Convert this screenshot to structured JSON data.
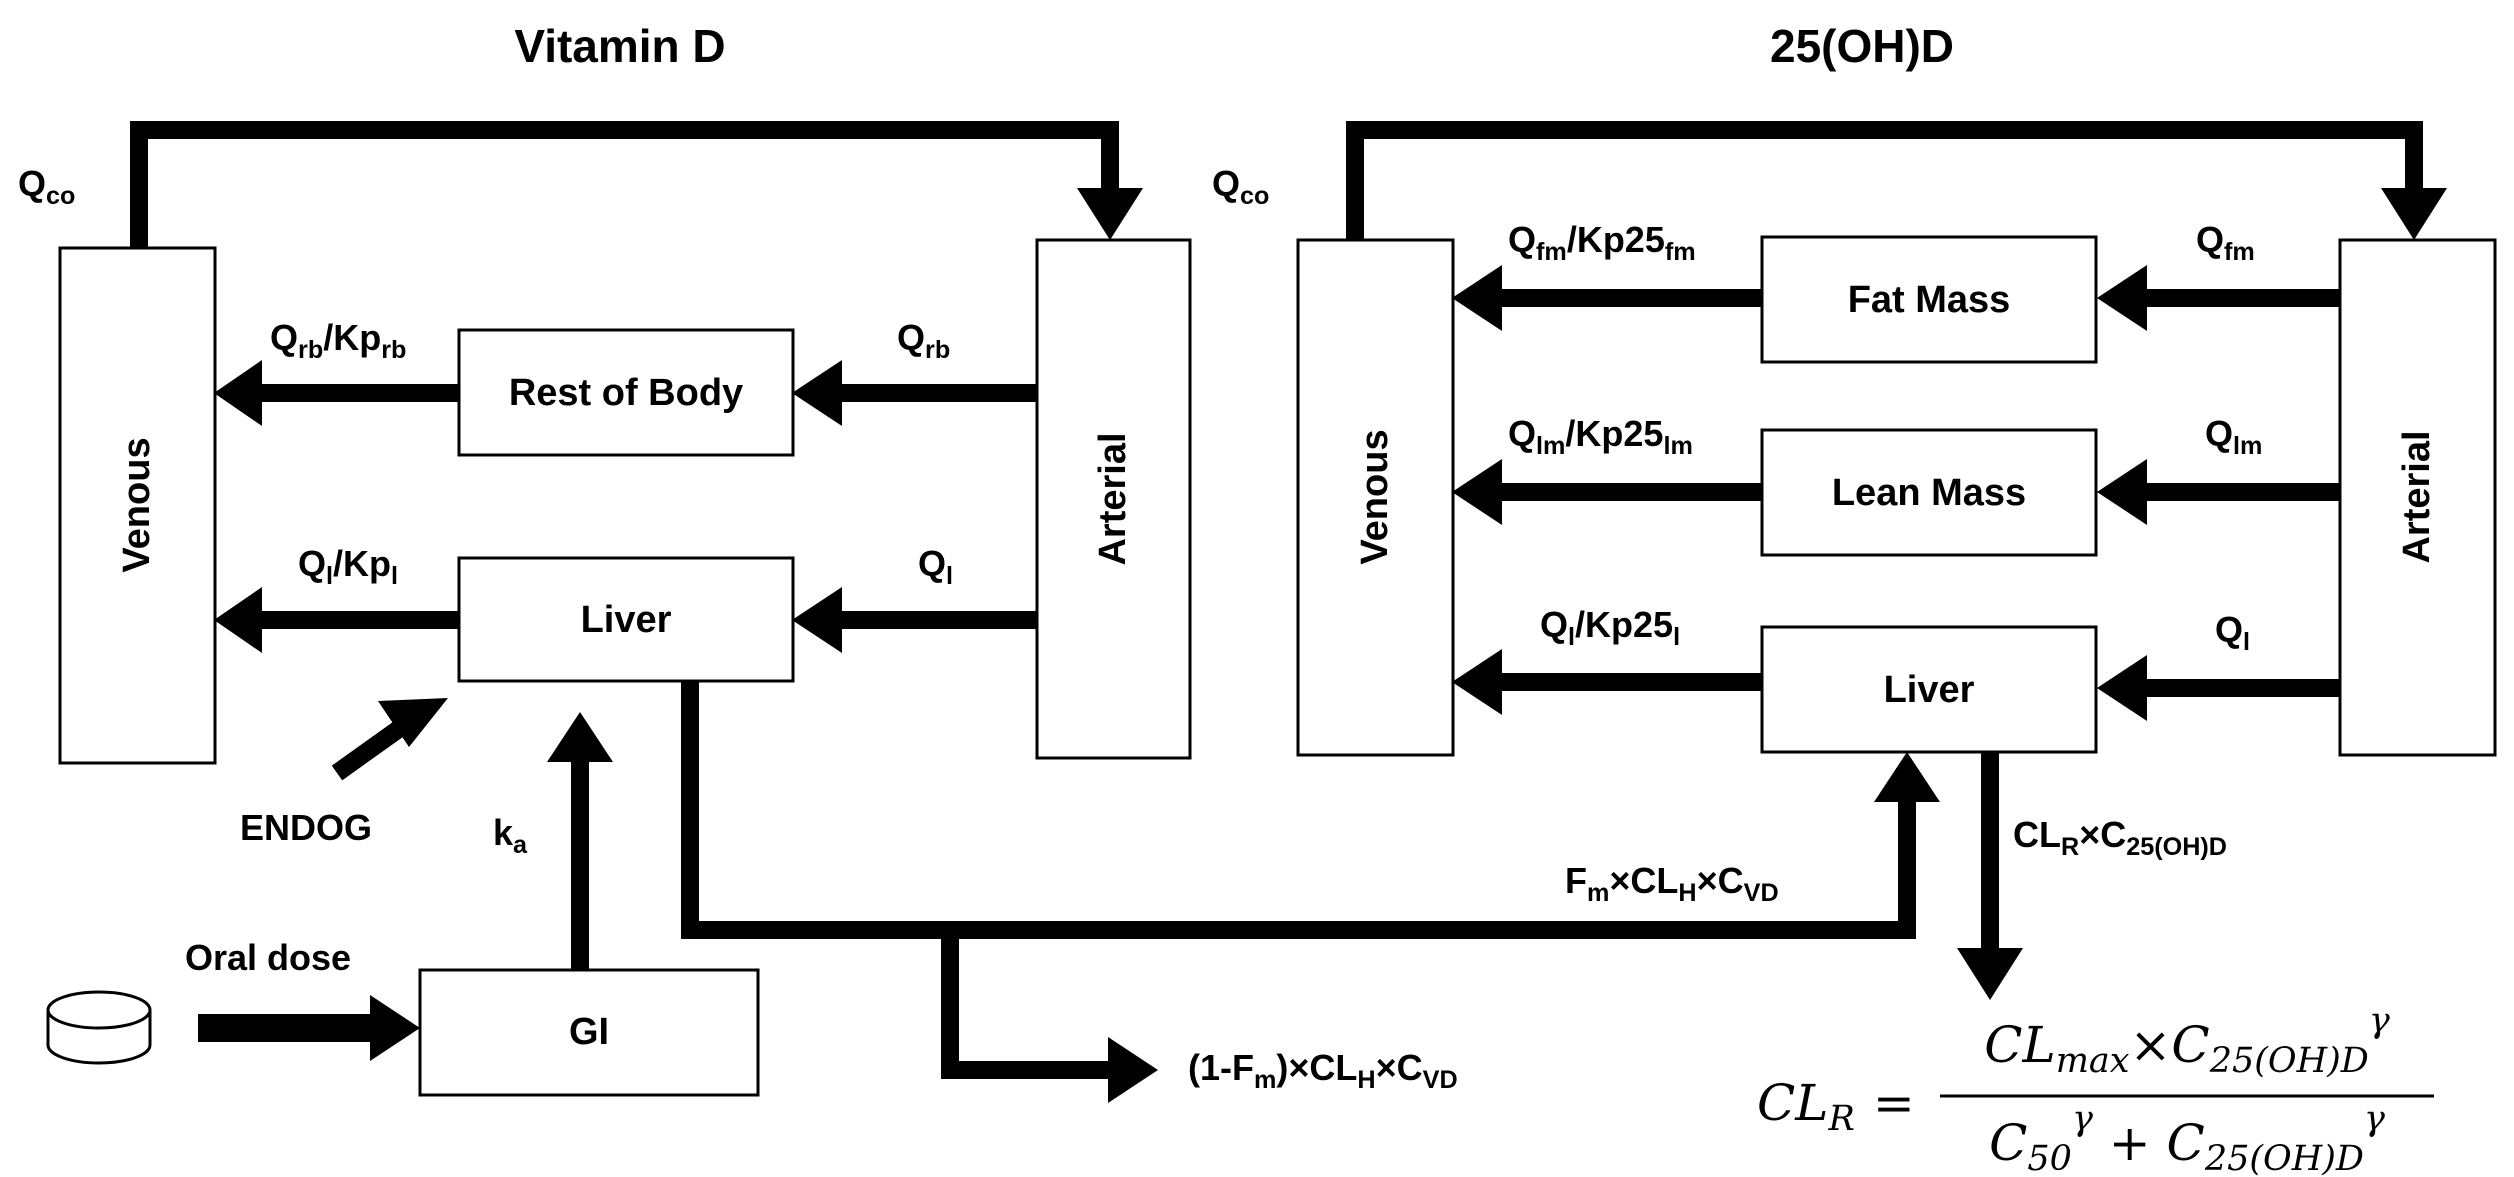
{
  "titles": {
    "vitamin_d": "Vitamin D",
    "hydroxy": "25(OH)D"
  },
  "vitd": {
    "venous": "Venous",
    "arterial": "Arterial",
    "rest_of_body": "Rest of Body",
    "liver": "Liver",
    "gi": "GI",
    "q_co": {
      "main": "Q",
      "sub": "co"
    },
    "q_rb": {
      "main": "Q",
      "sub": "rb"
    },
    "q_rb_kp": {
      "q": "Q",
      "q_sub": "rb",
      "mid": "/Kp",
      "kp_sub": "rb"
    },
    "q_l": {
      "main": "Q",
      "sub": "l"
    },
    "q_l_kp": {
      "q": "Q",
      "q_sub": "l",
      "mid": "/Kp",
      "kp_sub": "l"
    },
    "endog": "ENDOG",
    "ka": {
      "main": "k",
      "sub": "a"
    },
    "oral_dose": "Oral dose",
    "fm_clh": {
      "f": "F",
      "f_sub": "m",
      "x1": "×CL",
      "cl_sub": "H",
      "x2": "×C",
      "c_sub": "VD"
    },
    "one_minus_fm": {
      "pre": "(1-F",
      "f_sub": "m",
      "mid": ")×CL",
      "cl_sub": "H",
      "x2": "×C",
      "c_sub": "VD"
    }
  },
  "ohd": {
    "venous": "Venous",
    "arterial": "Arterial",
    "fat_mass": "Fat Mass",
    "lean_mass": "Lean Mass",
    "liver": "Liver",
    "q_co": {
      "main": "Q",
      "sub": "co"
    },
    "q_fm": {
      "main": "Q",
      "sub": "fm"
    },
    "q_fm_kp": {
      "q": "Q",
      "q_sub": "fm",
      "mid": "/Kp25",
      "kp_sub": "fm"
    },
    "q_lm": {
      "main": "Q",
      "sub": "lm"
    },
    "q_lm_kp": {
      "q": "Q",
      "q_sub": "lm",
      "mid": "/Kp25",
      "kp_sub": "lm"
    },
    "q_l": {
      "main": "Q",
      "sub": "l"
    },
    "q_l_kp": {
      "q": "Q",
      "q_sub": "l",
      "mid": "/Kp25",
      "kp_sub": "l"
    },
    "clr_c": {
      "main": "CL",
      "sub1": "R",
      "mid": "×C",
      "sub2": "25(OH)D"
    }
  },
  "formula": {
    "lhs": "CL",
    "lhs_sub": "R",
    "eq": "=",
    "num": {
      "a": "CL",
      "a_sub": "max",
      "x": "×",
      "c": "C",
      "c_sub": "25(OH)D",
      "pow": "γ"
    },
    "den": {
      "c50": "C",
      "c50_sub": "50",
      "pow1": "γ",
      "plus": " + ",
      "c": "C",
      "c_sub": "25(OH)D",
      "pow2": "γ"
    }
  }
}
